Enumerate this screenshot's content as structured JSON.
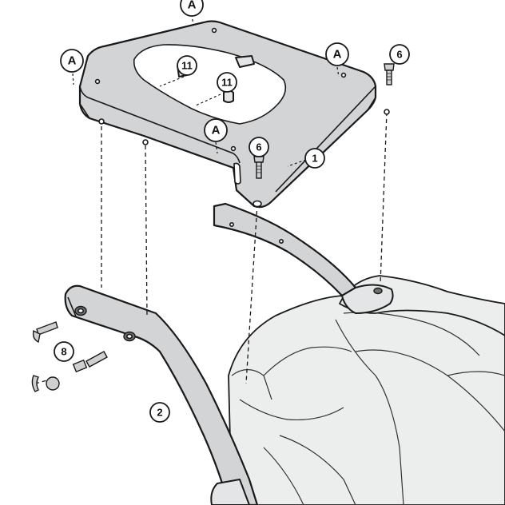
{
  "diagram": {
    "callouts": {
      "ref_a": "A",
      "part_1": "1",
      "part_2": "2",
      "part_6": "6",
      "part_8": "8",
      "part_11": "11"
    }
  },
  "colors": {
    "metal": "#d3d4d6",
    "outline": "#1a1a1a",
    "seat": "#eceded"
  }
}
